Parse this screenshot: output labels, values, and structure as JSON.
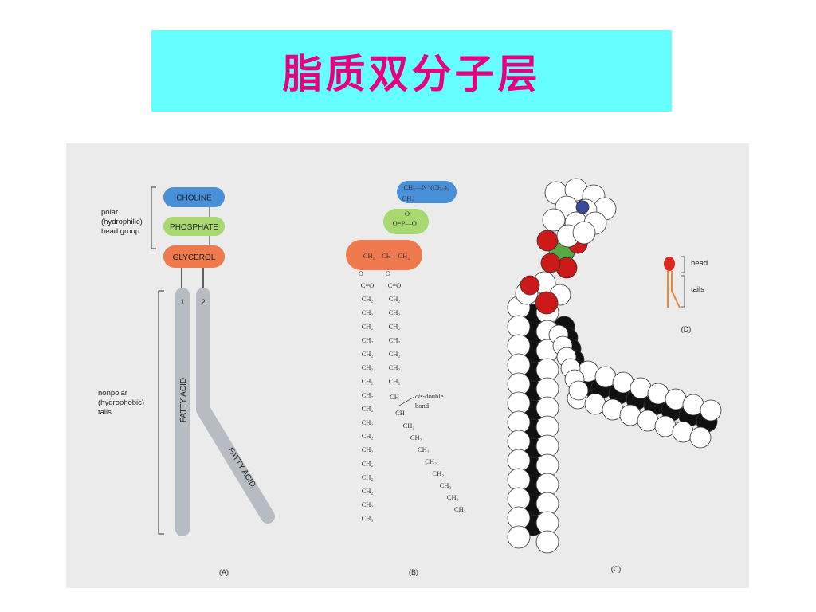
{
  "title": "脂质双分子层",
  "panel_a": {
    "head_group_label": [
      "polar",
      "(hydrophilic)",
      "head group"
    ],
    "tails_label": [
      "nonpolar",
      "(hydrophobic)",
      "tails"
    ],
    "head_boxes": [
      {
        "label": "CHOLINE",
        "color": "#4a90d9"
      },
      {
        "label": "PHOSPHATE",
        "color": "#a8d870"
      },
      {
        "label": "GLYCEROL",
        "color": "#ee7a4e"
      }
    ],
    "chain_numbers": [
      "1",
      "2"
    ],
    "tail_label": "FATTY ACID",
    "caption": "(A)"
  },
  "panel_b": {
    "choline_formula": "CH₂—N⁺(CH₃)₃",
    "choline_ch2": "CH₂",
    "phosphate_o_top": "O",
    "phosphate_formula": "O=P—O⁻",
    "phosphate_o_bottom": "O",
    "glycerol_formula": "CH₂—CH—CH₂",
    "ester_o": [
      "O",
      "O"
    ],
    "carbonyl": [
      "C=O",
      "C=O"
    ],
    "chain1": [
      "CH₂",
      "CH₂",
      "CH₂",
      "CH₂",
      "CH₂",
      "CH₂",
      "CH₂",
      "CH₂",
      "CH₂",
      "CH₂",
      "CH₂",
      "CH₂",
      "CH₂",
      "CH₂",
      "CH₂",
      "CH₂",
      "CH₃"
    ],
    "chain2_upper": [
      "CH₂",
      "CH₂",
      "CH₂",
      "CH₂",
      "CH₂",
      "CH₂",
      "CH₂"
    ],
    "chain2_db": [
      "CH",
      "CH"
    ],
    "chain2_lower": [
      "CH₂",
      "CH₂",
      "CH₂",
      "CH₂",
      "CH₂",
      "CH₂",
      "CH₂",
      "CH₃"
    ],
    "cis_label_italic": "cis",
    "cis_label_rest": "-double",
    "cis_label_line2": "bond",
    "caption": "(B)"
  },
  "panel_c": {
    "caption": "(C)"
  },
  "panel_d": {
    "head_label": "head",
    "tails_label": "tails",
    "caption": "(D)"
  },
  "colors": {
    "banner": "#66ffff",
    "title": "#e6007e",
    "choline": "#4a90d9",
    "phosphate": "#a8d870",
    "glycerol": "#ee7a4e",
    "tail": "#b6bcc1",
    "oxygen": "#cc1a1a",
    "phosphorus": "#5aa845",
    "carbon": "#111111",
    "hydrogen": "#ffffff"
  }
}
